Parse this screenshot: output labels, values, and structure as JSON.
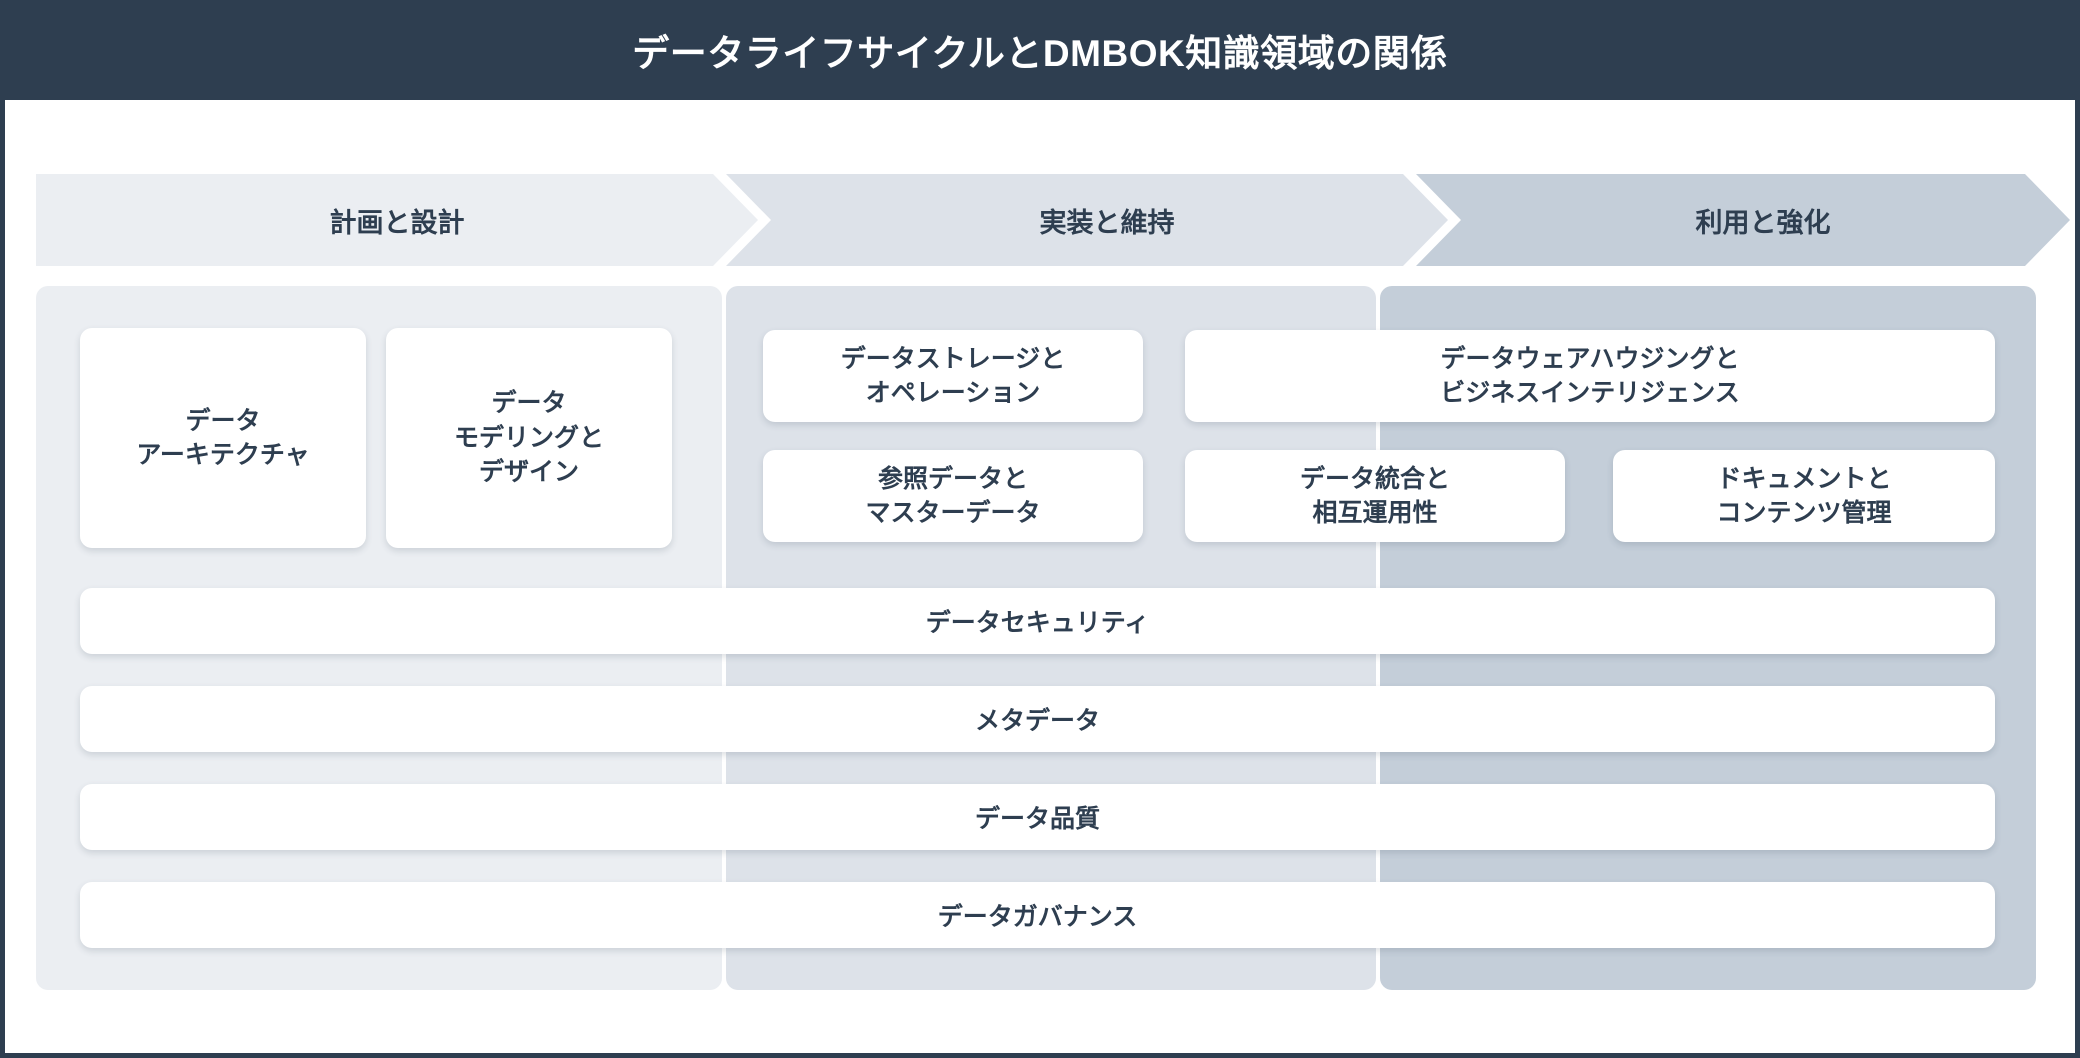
{
  "header": {
    "title": "データライフサイクルとDMBOK知識領域の関係"
  },
  "phases": [
    {
      "id": "plan-design",
      "label": "計画と設計",
      "color": "#ebeef2"
    },
    {
      "id": "implement-maintain",
      "label": "実装と維持",
      "color": "#dde2e9"
    },
    {
      "id": "use-enhance",
      "label": "利用と強化",
      "color": "#c4ced9"
    }
  ],
  "columns": [
    {
      "phase": "計画と設計",
      "cards": [
        {
          "id": "data-architecture",
          "lines": [
            "データ",
            "アーキテクチャ"
          ]
        },
        {
          "id": "data-modeling-design",
          "lines": [
            "データ",
            "モデリングと",
            "デザイン"
          ]
        }
      ]
    },
    {
      "phase": "実装と維持",
      "cards": [
        {
          "id": "data-storage-operations",
          "lines": [
            "データストレージと",
            "オペレーション"
          ]
        },
        {
          "id": "reference-master-data",
          "lines": [
            "参照データと",
            "マスターデータ"
          ]
        }
      ]
    },
    {
      "phase": "利用と強化",
      "cards": [
        {
          "id": "data-warehousing-bi",
          "lines": [
            "データウェアハウジングと",
            "ビジネスインテリジェンス"
          ]
        },
        {
          "id": "data-integration-interoperability",
          "lines": [
            "データ統合と",
            "相互運用性"
          ]
        },
        {
          "id": "document-content-management",
          "lines": [
            "ドキュメントと",
            "コンテンツ管理"
          ]
        }
      ]
    }
  ],
  "cross_cutting_bars": [
    {
      "id": "data-security",
      "label": "データセキュリティ"
    },
    {
      "id": "metadata",
      "label": "メタデータ"
    },
    {
      "id": "data-quality",
      "label": "データ品質"
    },
    {
      "id": "data-governance",
      "label": "データガバナンス"
    }
  ],
  "colors": {
    "header_bg": "#2e3e50",
    "header_text": "#ffffff",
    "text": "#2e3e50",
    "band_1": "#ebeef2",
    "band_2": "#dde2e9",
    "band_3": "#c4ced9",
    "card_bg": "#ffffff"
  }
}
